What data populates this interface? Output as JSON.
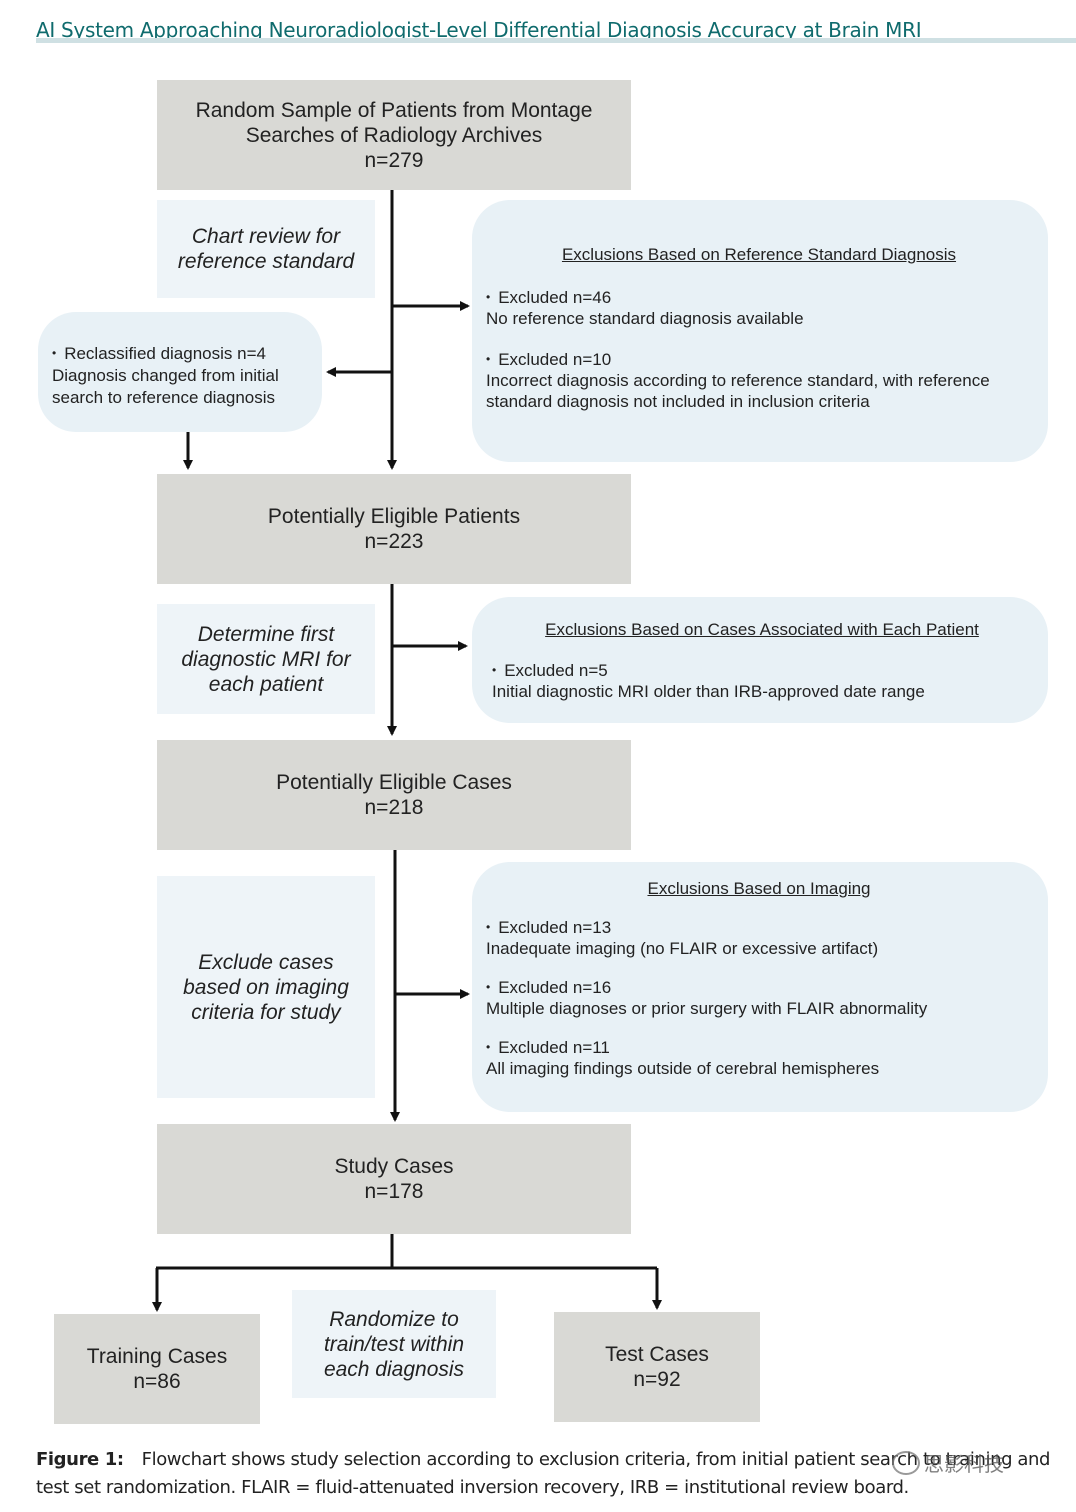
{
  "header": {
    "title": "AI System Approaching Neuroradiologist-Level Differential Diagnosis Accuracy at Brain MRI"
  },
  "boxes": {
    "random_sample": {
      "line1": "Random Sample of Patients from Montage",
      "line2": "Searches of Radiology Archives",
      "count": "n=279"
    },
    "potentially_eligible_patients": {
      "label": "Potentially Eligible Patients",
      "count": "n=223"
    },
    "potentially_eligible_cases": {
      "label": "Potentially Eligible Cases",
      "count": "n=218"
    },
    "study_cases": {
      "label": "Study Cases",
      "count": "n=178"
    },
    "training_cases": {
      "label": "Training Cases",
      "count": "n=86"
    },
    "test_cases": {
      "label": "Test Cases",
      "count": "n=92"
    }
  },
  "notes": {
    "chart_review": {
      "line1": "Chart review for",
      "line2": "reference standard"
    },
    "determine_mri": {
      "line1": "Determine first",
      "line2": "diagnostic MRI for",
      "line3": "each patient"
    },
    "exclude_imaging": {
      "line1": "Exclude cases",
      "line2": "based on imaging",
      "line3": "criteria for study"
    },
    "randomize": {
      "line1": "Randomize to",
      "line2": "train/test within",
      "line3": "each diagnosis"
    }
  },
  "reclassified": {
    "lead": "Reclassified diagnosis n=4",
    "line1": "Diagnosis changed from initial",
    "line2": "search to reference diagnosis"
  },
  "exclusions": {
    "reference_standard": {
      "heading": "Exclusions Based on Reference Standard Diagnosis",
      "items": [
        {
          "lead": "Excluded n=46",
          "text": "No reference standard diagnosis available"
        },
        {
          "lead": "Excluded n=10",
          "text": "Incorrect diagnosis according to reference standard, with reference standard diagnosis not included in inclusion criteria"
        }
      ]
    },
    "cases_per_patient": {
      "heading": "Exclusions Based on Cases Associated with Each Patient",
      "items": [
        {
          "lead": "Excluded n=5",
          "text": "Initial diagnostic MRI older than IRB-approved date range"
        }
      ]
    },
    "imaging": {
      "heading": "Exclusions Based on Imaging",
      "items": [
        {
          "lead": "Excluded n=13",
          "text": "Inadequate imaging (no FLAIR or excessive artifact)"
        },
        {
          "lead": "Excluded n=16",
          "text": "Multiple diagnoses or prior surgery with FLAIR abnormality"
        },
        {
          "lead": "Excluded n=11",
          "text": "All imaging findings outside of cerebral hemispheres"
        }
      ]
    }
  },
  "caption": {
    "label": "Figure 1:",
    "text": "Flowchart shows study selection according to exclusion criteria, from initial patient search to training and test set randomization. FLAIR = fluid-attenuated inversion recovery, IRB = institutional review board."
  },
  "watermark": {
    "text": "思影科技"
  }
}
